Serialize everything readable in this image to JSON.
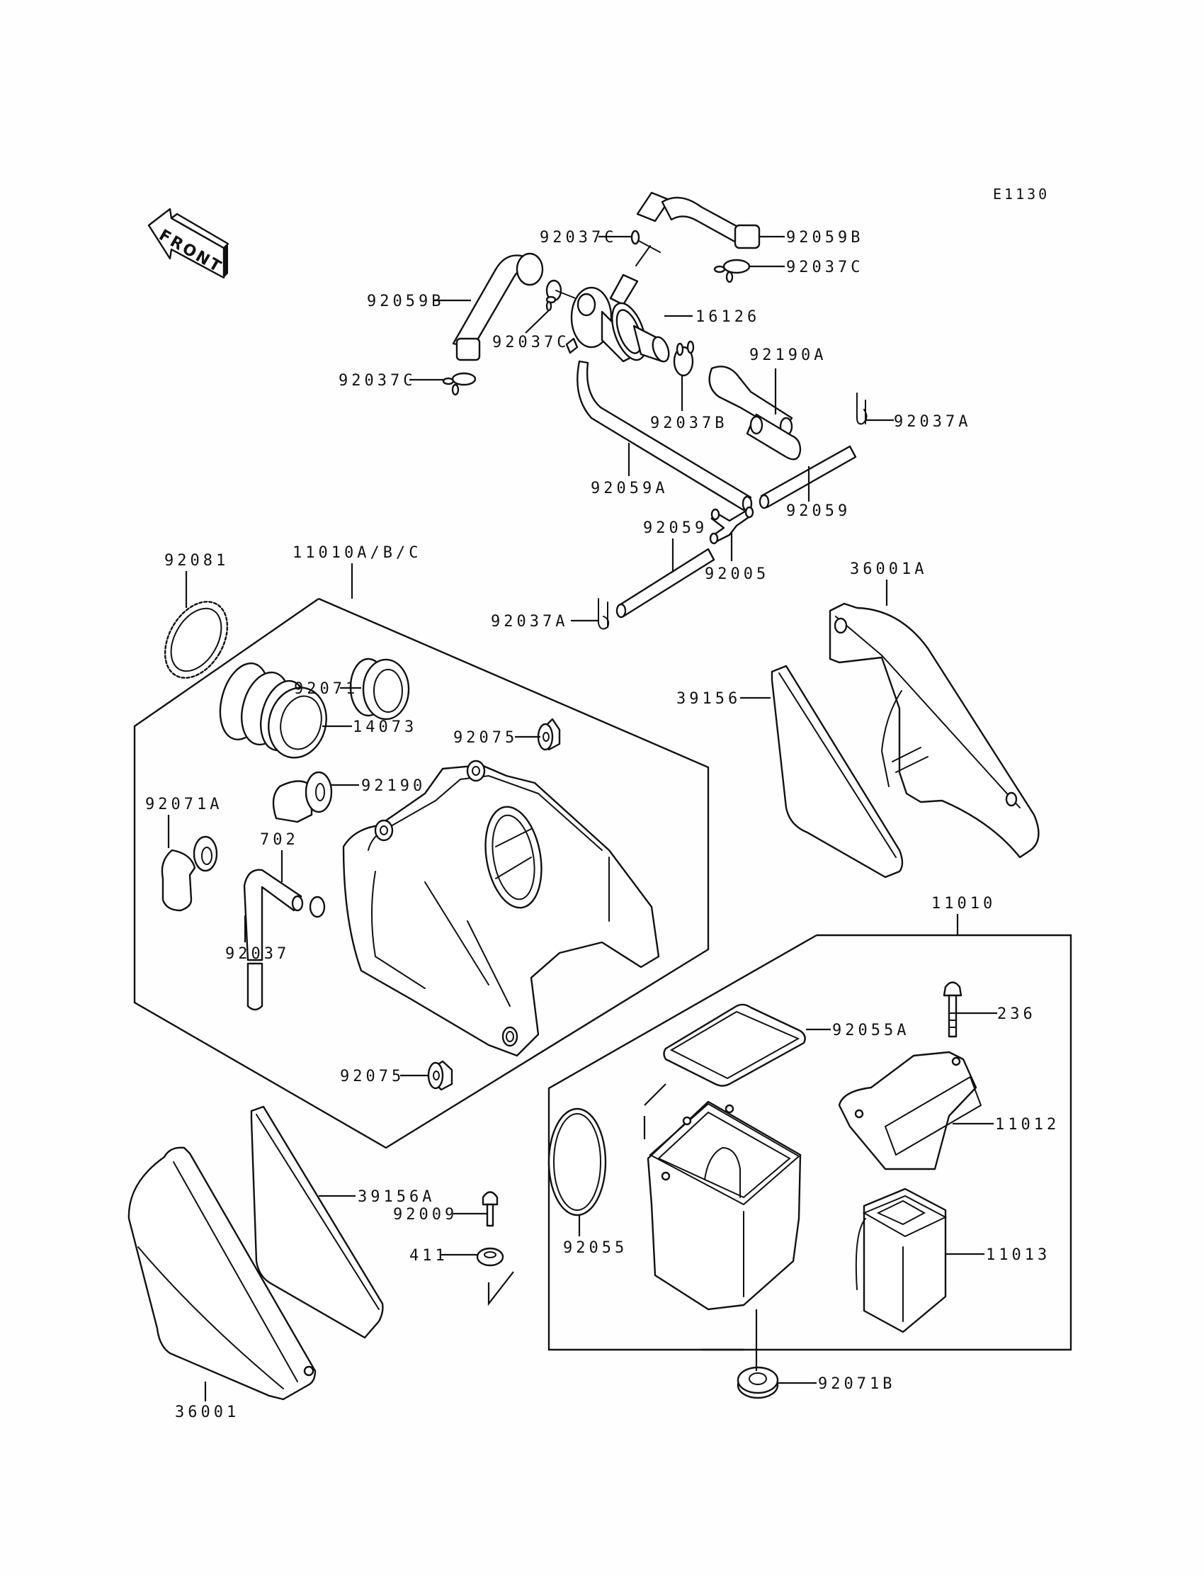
{
  "diagram": {
    "code": "E1130",
    "front_label": "FRONT",
    "labels": {
      "p92037C_top": "92037C",
      "p92059B_right": "92059B",
      "p92037C_right": "92037C",
      "p92059B_left": "92059B",
      "p92037C_mid": "92037C",
      "p16126": "16126",
      "p92037C_left": "92037C",
      "p92190A": "92190A",
      "p92037B": "92037B",
      "p92037A_right": "92037A",
      "p92059A": "92059A",
      "p92059_right": "92059",
      "p92059_left": "92059",
      "p92005": "92005",
      "p92037A_left": "92037A",
      "p36001A": "36001A",
      "p92081": "92081",
      "p11010ABC": "11010A/B/C",
      "p92071": "92071",
      "p14073": "14073",
      "p92075_top": "92075",
      "p39156": "39156",
      "p92190": "92190",
      "p92071A": "92071A",
      "p702": "702",
      "p92037": "92037",
      "p11010": "11010",
      "p236": "236",
      "p92055A": "92055A",
      "p92075_bottom": "92075",
      "p11012": "11012",
      "p39156A": "39156A",
      "p92009": "92009",
      "p411": "411",
      "p92055": "92055",
      "p11013": "11013",
      "p36001": "36001",
      "p92071B": "92071B"
    }
  }
}
